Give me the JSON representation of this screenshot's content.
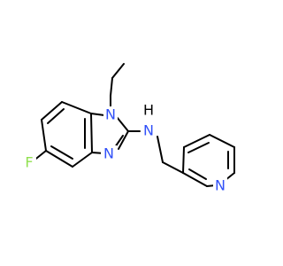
{
  "molecule": {
    "atoms": {
      "N1": {
        "label": "N",
        "color": "#3050F8"
      },
      "N3": {
        "label": "N",
        "color": "#3050F8"
      },
      "NH": {
        "label": "N",
        "color": "#3050F8"
      },
      "H": {
        "label": "H",
        "color": "#000000"
      },
      "F": {
        "label": "F",
        "color": "#90E050"
      },
      "Npy": {
        "label": "N",
        "color": "#3050F8"
      }
    }
  }
}
